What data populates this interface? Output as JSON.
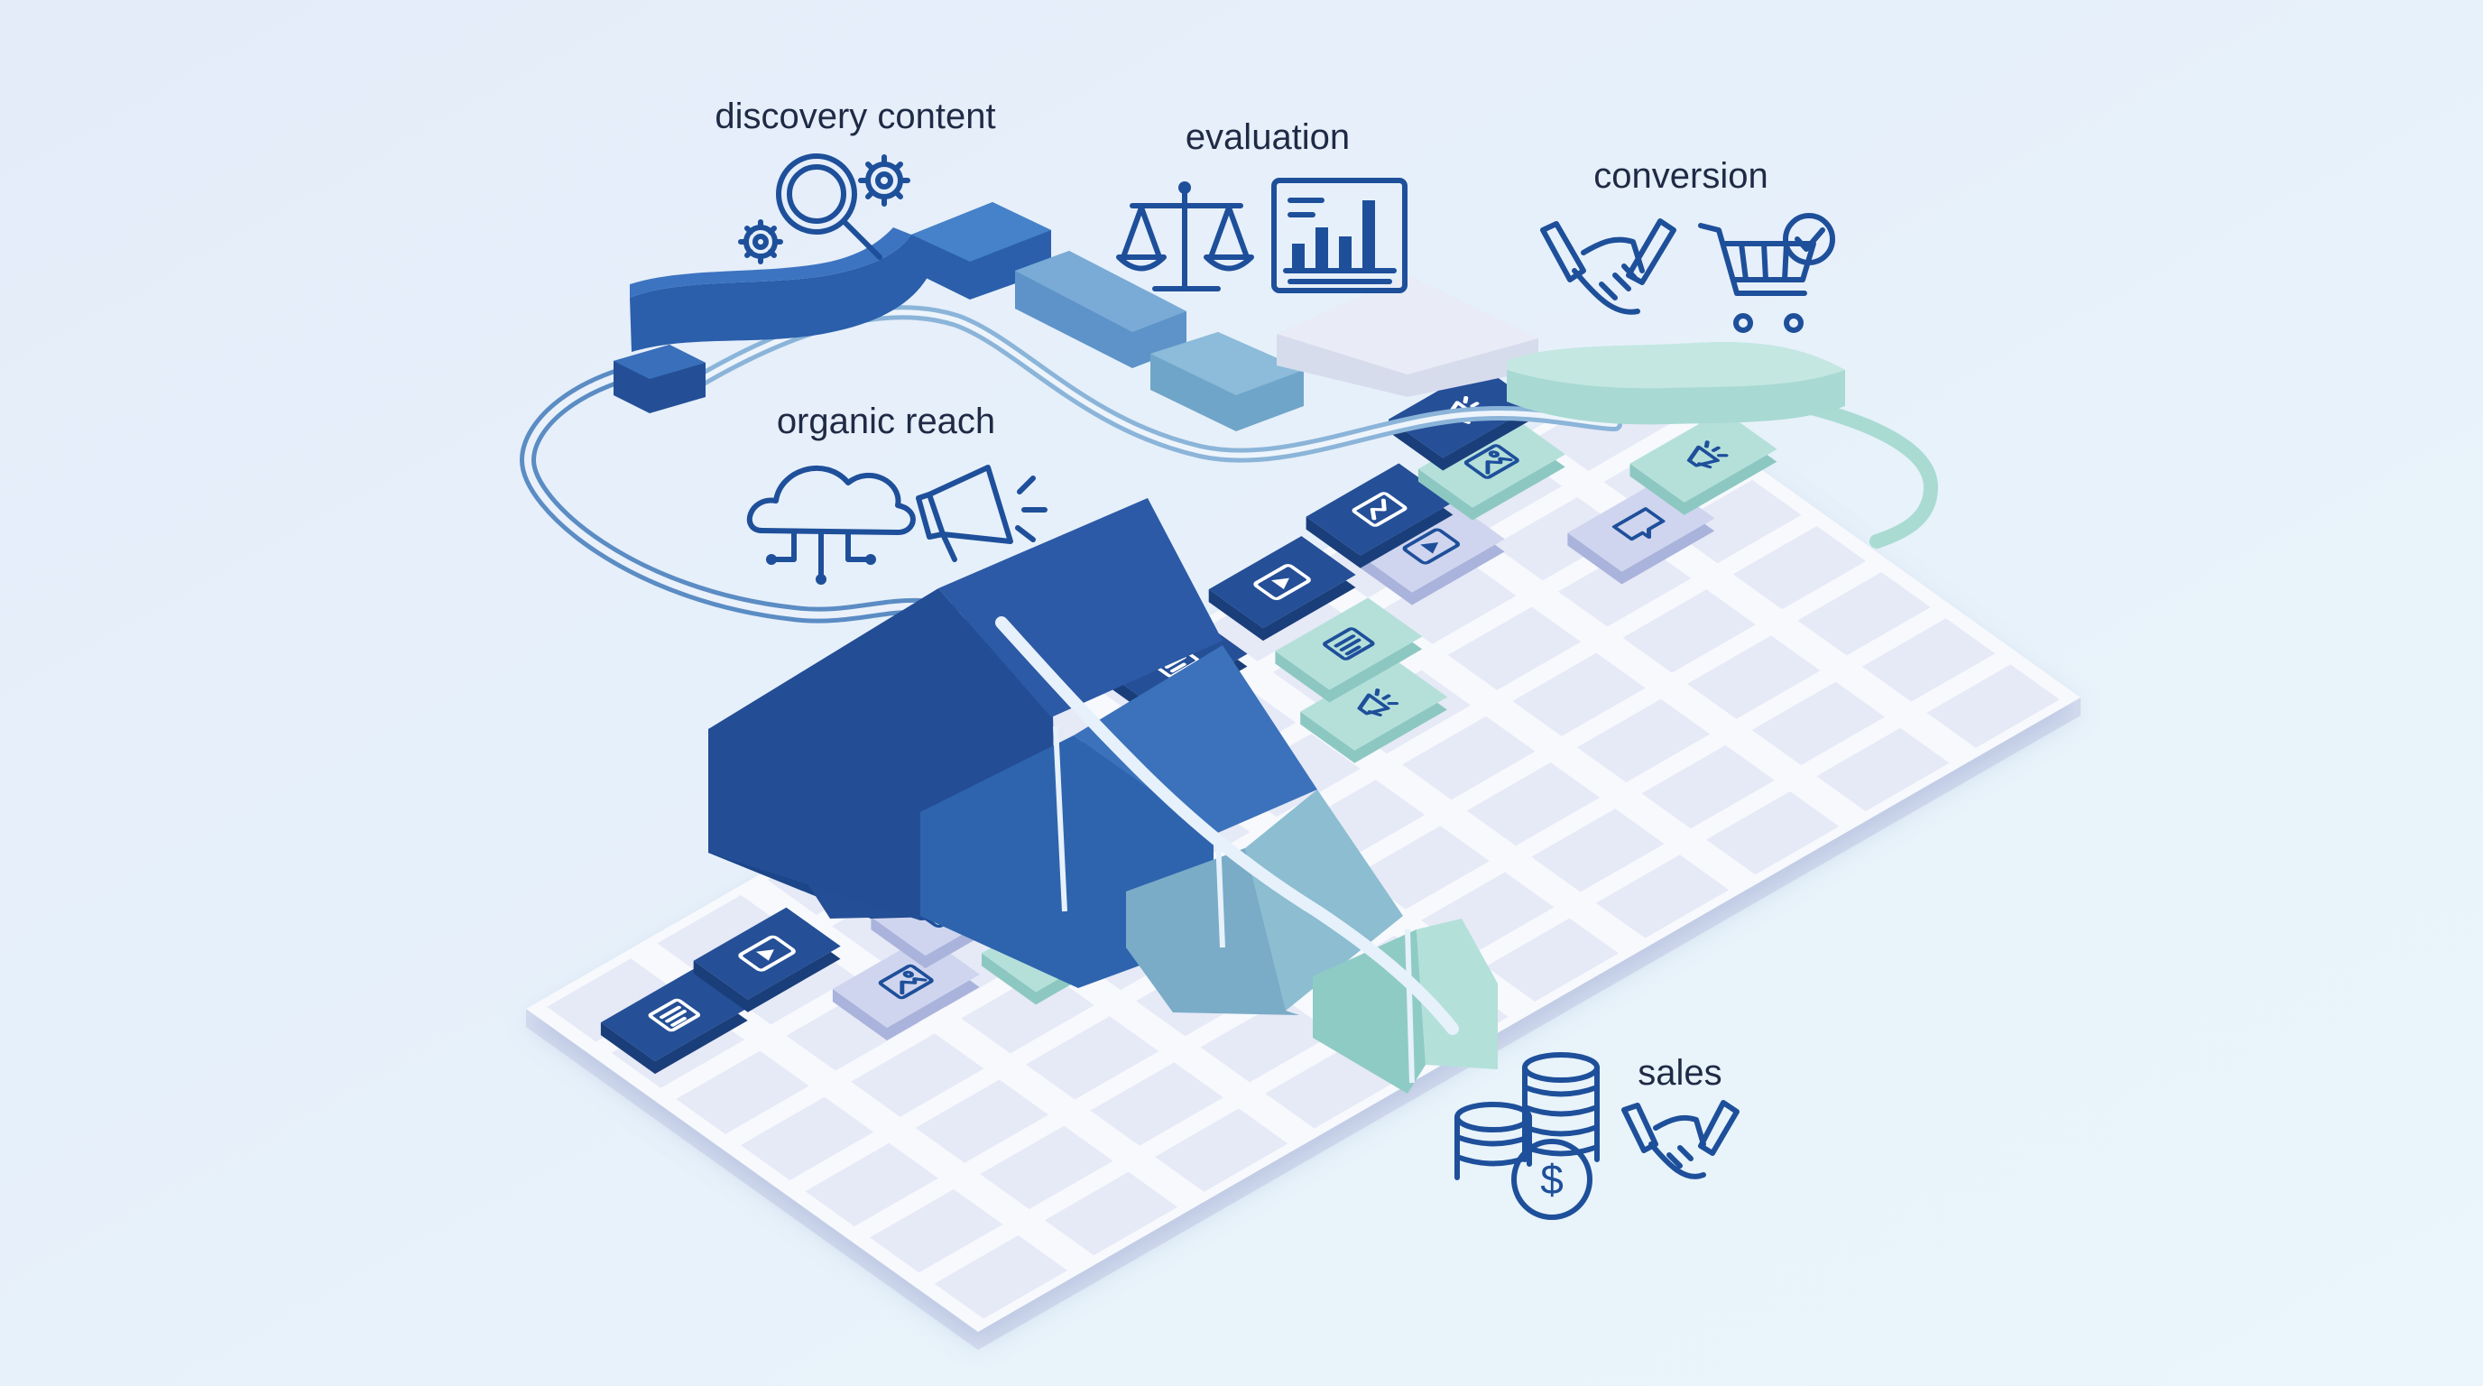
{
  "stages": {
    "discovery": "discovery content",
    "evaluation": "evaluation",
    "conversion": "conversion",
    "organic": "organic reach",
    "sales": "sales"
  },
  "funnel_levels": [
    "organic reach",
    "discovery content",
    "evaluation",
    "conversion",
    "sales"
  ],
  "colors": {
    "background_start": "#e4ecf9",
    "background_end": "#eaf6fb",
    "navy": "#244f97",
    "mid_blue": "#3d78bd",
    "light_teal": "#8fbdd0",
    "mint": "#b6e1dc",
    "pale_slot": "#e6e9f6",
    "icon_stroke": "#1e4f9a"
  },
  "tile_icons": [
    "document-icon",
    "video-play-icon",
    "image-icon",
    "megaphone-icon",
    "chat-bubble-icon",
    "infographic-icon"
  ],
  "stage_icons": {
    "discovery": [
      "magnifier-icon",
      "gear-icon"
    ],
    "evaluation": [
      "balance-scale-icon",
      "bar-chart-icon"
    ],
    "conversion": [
      "handshake-icon",
      "shopping-cart-icon",
      "checkmark-icon"
    ],
    "organic": [
      "cloud-network-icon",
      "megaphone-icon"
    ],
    "sales": [
      "coin-stack-icon",
      "dollar-coin-icon",
      "handshake-icon"
    ]
  }
}
